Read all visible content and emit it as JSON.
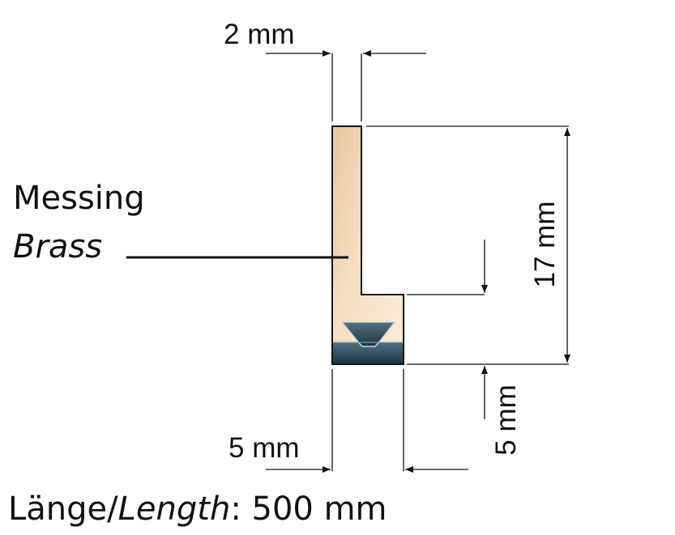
{
  "dimensions": {
    "width_top": "2 mm",
    "height_total": "17 mm",
    "width_bottom": "5 mm",
    "height_bottom": "5 mm"
  },
  "material": {
    "german": "Messing",
    "english": "Brass"
  },
  "length": {
    "german": "Länge",
    "separator": "/",
    "english": "Length",
    "colon": ":",
    "value": " 500 mm"
  },
  "colors": {
    "brass_light": "#f8e3c8",
    "brass_dark": "#e2bd92",
    "seal_dark": "#223a47",
    "seal_light": "#4a6c80"
  }
}
